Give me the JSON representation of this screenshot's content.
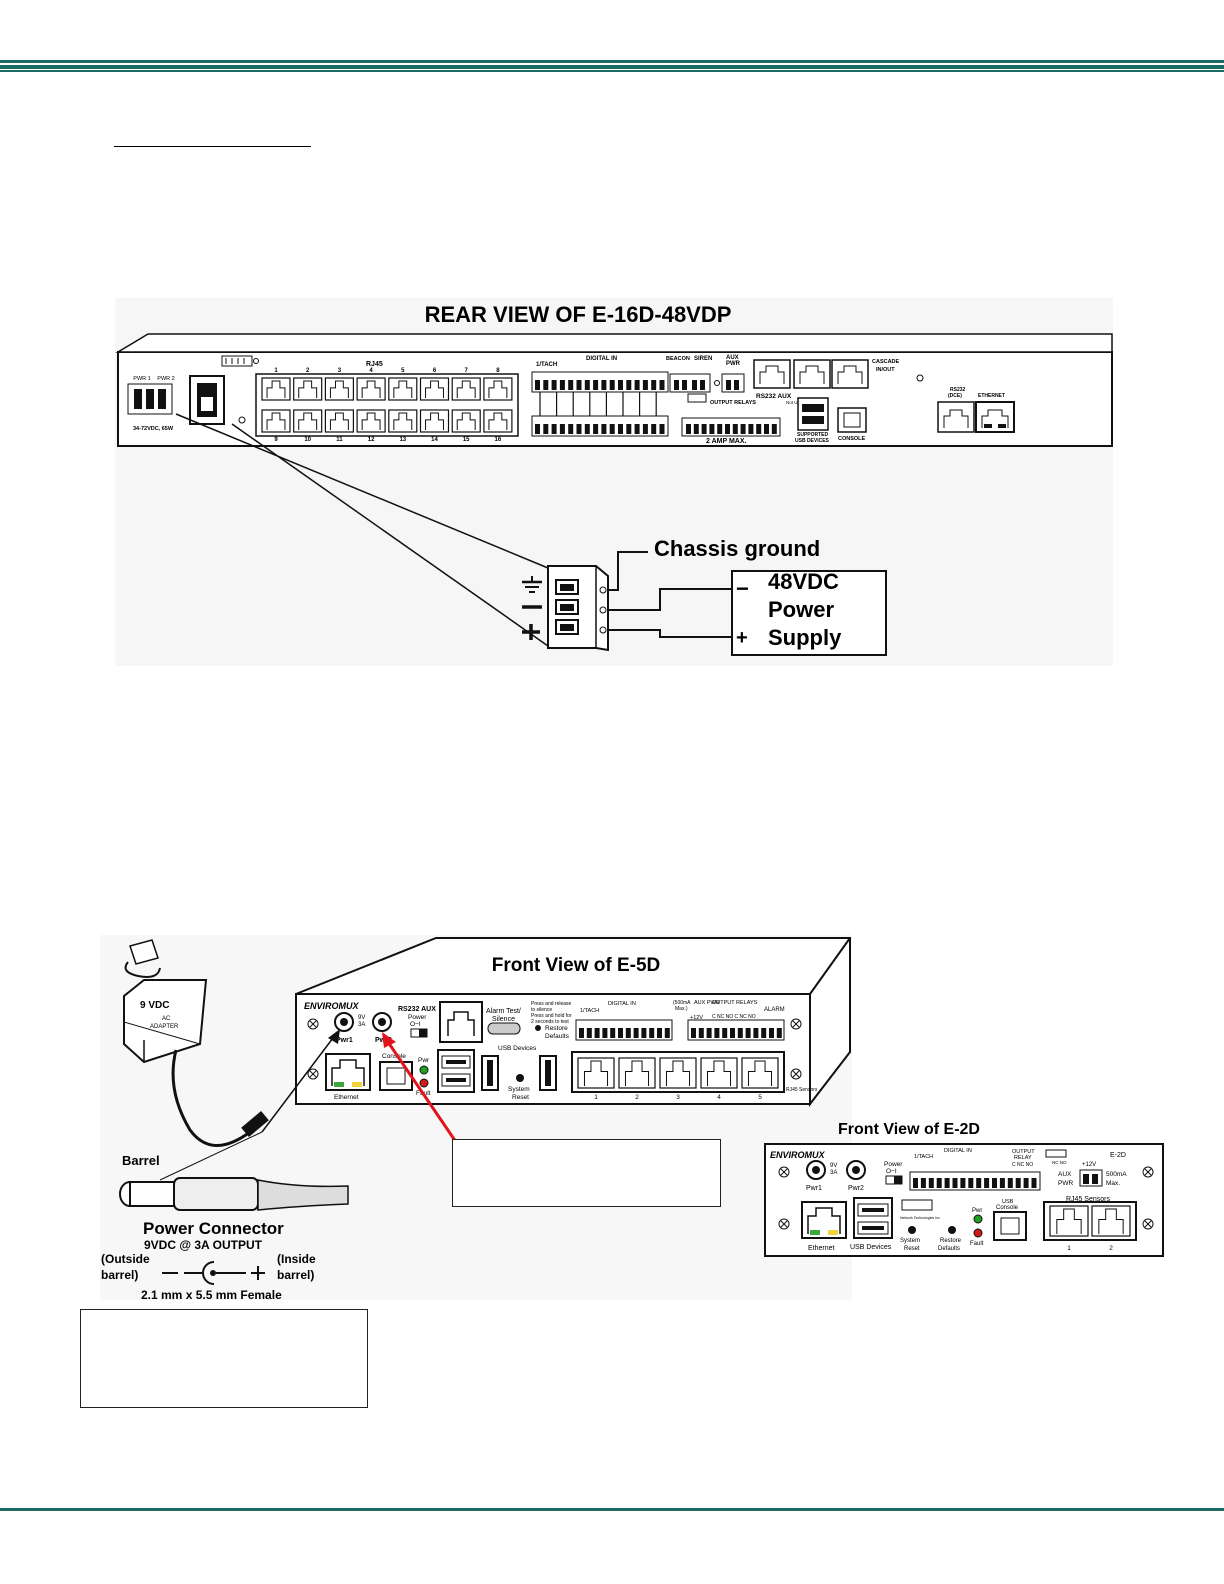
{
  "rear_figure": {
    "title": "REAR VIEW OF E-16D-48VDP",
    "labels": {
      "pwr1": "PWR 1",
      "pwr2": "PWR 2",
      "voltage": "34-72VDC, 65W",
      "rj45": "RJ45",
      "top_ports": [
        "1",
        "2",
        "3",
        "4",
        "5",
        "6",
        "7",
        "8"
      ],
      "bottom_ports": [
        "9",
        "10",
        "11",
        "12",
        "13",
        "14",
        "15",
        "16"
      ],
      "tach": "1/TACH",
      "digital_in": "DIGITAL IN",
      "beacon": "BEACON",
      "siren": "SIREN",
      "aux": "AUX",
      "pwr": "PWR",
      "rs232_aux": "RS232 AUX",
      "not_used": "Not Used",
      "output_relays": "OUTPUT RELAYS",
      "amp_max": "2 AMP MAX.",
      "cascade": "CASCADE",
      "in_out": "IN/OUT",
      "supported_usb": "SUPPORTED",
      "usb_devices": "USB DEVICES",
      "console": "CONSOLE",
      "rs232_dce": "RS232",
      "dce": "(DCE)",
      "ethernet": "ETHERNET"
    },
    "detail": {
      "chassis_ground": "Chassis ground",
      "supply_line1": "48VDC",
      "supply_line2": "Power",
      "supply_line3": "Supply",
      "minus": "−",
      "plus": "+"
    }
  },
  "front_e5d": {
    "title": "Front View of E-5D",
    "brand": "ENVIROMUX",
    "labels": {
      "pwr1": "Pwr1",
      "pwr2": "Pwr2",
      "nine_v": "9V",
      "three_a": "3A",
      "rs232_aux": "RS232 AUX",
      "power": "Power",
      "power_switch": "O−I",
      "console": "Console",
      "ethernet": "Ethernet",
      "alarm_test": "Alarm Test/",
      "silence": "Silence",
      "press_release": "Press and release",
      "to_silence": "to silence",
      "press_hold": "Press and hold for",
      "two_seconds": "2 seconds to test",
      "restore": "Restore",
      "defaults": "Defaults",
      "usb_devices": "USB Devices",
      "system": "System",
      "reset": "Reset",
      "led_pwr": "Pwr",
      "led_fault": "Fault",
      "tach": "1/TACH",
      "digital_in": "DIGITAL IN",
      "ma": "(500mA",
      "max": "Max.)",
      "aux_pwr": "AUX PWR",
      "twelve_v": "+12V",
      "output_relays": "OUTPUT RELAYS",
      "relay_contacts": "C  NC NO C  NC NO",
      "alarm": "ALARM",
      "sensor_ports": [
        "1",
        "2",
        "3",
        "4",
        "5"
      ],
      "rj45_sensors": "RJ45 Sensors"
    }
  },
  "adapter": {
    "label": "9 VDC",
    "sub1": "AC",
    "sub2": "ADAPTER",
    "barrel": "Barrel",
    "connector_title": "Power Connector",
    "output": "9VDC @ 3A OUTPUT",
    "outside": "(Outside",
    "outside2": "barrel)",
    "inside": "(Inside",
    "inside2": "barrel)",
    "size": "2.1 mm x 5.5 mm Female"
  },
  "front_e2d": {
    "title": "Front View of E-2D",
    "brand": "ENVIROMUX",
    "model": "E-2D",
    "labels": {
      "pwr1": "Pwr1",
      "pwr2": "Pwr2",
      "nine_v": "9V",
      "three_a": "3A",
      "power": "Power",
      "power_switch": "O−I",
      "tach": "1/TACH",
      "digital_in": "DIGITAL IN",
      "output_relay": "OUTPUT",
      "relay": "RELAY",
      "relay_contacts": "C NC NO",
      "nc_no": "NC NO",
      "twelve_v": "+12V",
      "aux": "AUX",
      "pwr": "PWR",
      "ma": "500mA",
      "max": "Max.",
      "ethernet": "Ethernet",
      "usb_devices": "USB Devices",
      "system": "System",
      "reset": "Reset",
      "restore": "Restore",
      "defaults": "Defaults",
      "led_pwr": "Pwr",
      "led_fault": "Fault",
      "usb": "USB",
      "console": "Console",
      "rj45_sensors": "RJ45 Sensors",
      "ports": [
        "1",
        "2"
      ],
      "nti": "Network Technologies Inc"
    }
  },
  "callouts": {
    "arrow_box": "",
    "left_box": ""
  },
  "colors": {
    "rule": "#1c6b63",
    "arrow": "#e0141a",
    "led_green": "#1fa01f",
    "led_red": "#d21a1a",
    "port_yellow": "#f0d23a",
    "port_green": "#3ca83c"
  }
}
